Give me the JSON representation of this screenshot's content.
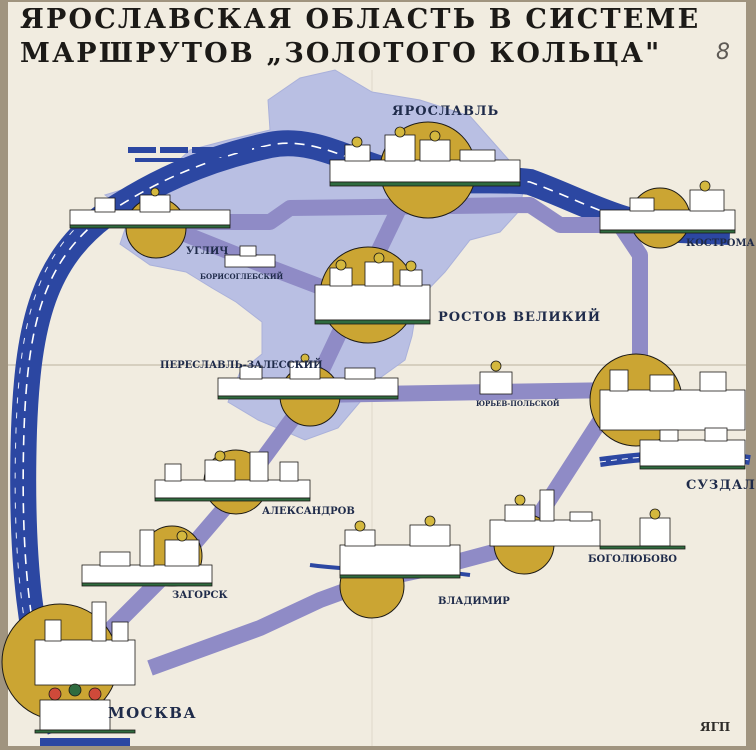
{
  "title": {
    "line1": "ЯРОСЛАВСКАЯ ОБЛАСТЬ В СИСТЕМЕ",
    "line2": "МАРШРУТОВ „ЗОЛОТОГО  КОЛЬЦА\""
  },
  "cities": {
    "yaroslavl": "ЯРОСЛАВЛЬ",
    "uglich": "УГЛИЧ",
    "borisoglebsky": "БОРИСОГЛЕБСКИЙ",
    "kostroma": "КОСТРОМА",
    "rostov": "РОСТОВ ВЕЛИКИЙ",
    "pereslavl": "ПЕРЕСЛАВЛЬ-ЗАЛЕССКИЙ",
    "yuryev": "ЮРЬЕВ-ПОЛЬСКОЙ",
    "suzdal": "СУЗДАЛЬ",
    "aleksandrov": "АЛЕКСАНДРОВ",
    "zagorsk": "ЗАГОРСК",
    "bogolyubovo": "БОГОЛЮБОВО",
    "vladimir": "ВЛАДИМИР",
    "moskva": "МОСКВА"
  },
  "maker_mark": "ЯГП",
  "pencil_note": "8",
  "colors": {
    "paper": "#f1ece0",
    "region": "#b9bfe3",
    "route": "#8f8bc6",
    "river": "#2c47a2",
    "city_disc": "#cba533"
  }
}
